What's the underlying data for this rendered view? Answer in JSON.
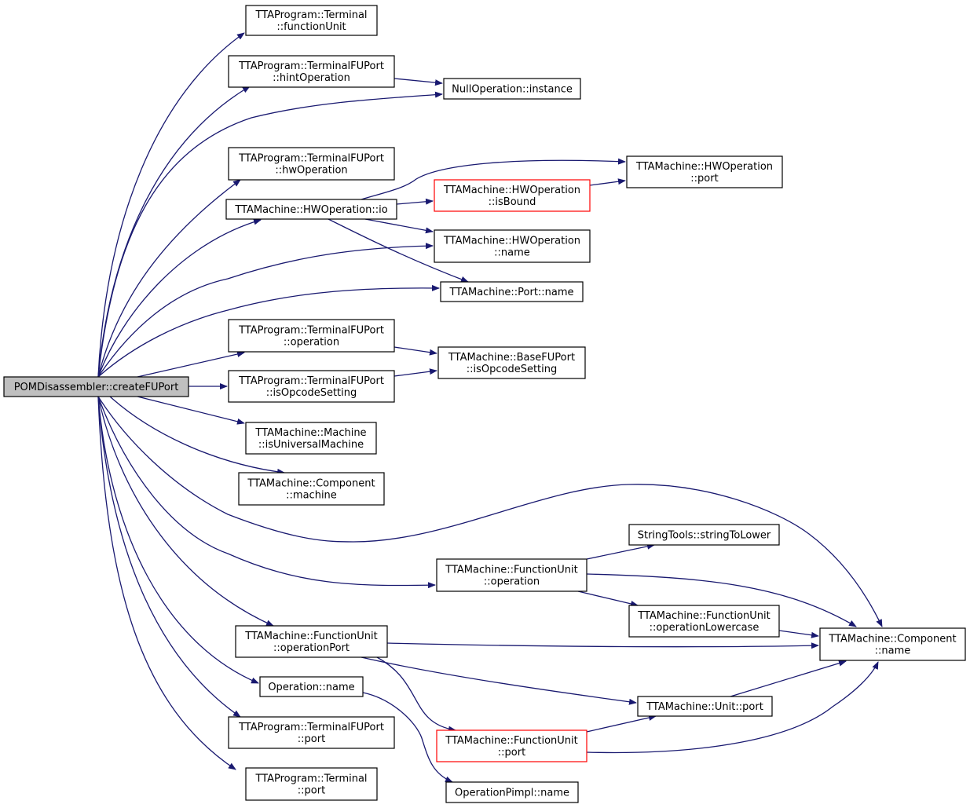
{
  "colors": {
    "edge": "#191970",
    "node_border": "#000000",
    "node_border_incomplete": "#ff0000",
    "node_fill": "#ffffff",
    "root_fill": "#bfbfbf"
  },
  "nodes": [
    {
      "id": "root",
      "lines": [
        "POMDisassembler::createFUPort"
      ],
      "style": "root"
    },
    {
      "id": "term_functionUnit",
      "lines": [
        "TTAProgram::Terminal",
        "::functionUnit"
      ]
    },
    {
      "id": "tfup_hintOperation",
      "lines": [
        "TTAProgram::TerminalFUPort",
        "::hintOperation"
      ]
    },
    {
      "id": "nullop_instance",
      "lines": [
        "NullOperation::instance"
      ]
    },
    {
      "id": "tfup_hwOperation",
      "lines": [
        "TTAProgram::TerminalFUPort",
        "::hwOperation"
      ]
    },
    {
      "id": "hwop_io",
      "lines": [
        "TTAMachine::HWOperation::io"
      ]
    },
    {
      "id": "hwop_port",
      "lines": [
        "TTAMachine::HWOperation",
        "::port"
      ]
    },
    {
      "id": "hwop_isBound",
      "lines": [
        "TTAMachine::HWOperation",
        "::isBound"
      ],
      "style": "incomplete"
    },
    {
      "id": "hwop_name",
      "lines": [
        "TTAMachine::HWOperation",
        "::name"
      ]
    },
    {
      "id": "port_name",
      "lines": [
        "TTAMachine::Port::name"
      ]
    },
    {
      "id": "tfup_operation",
      "lines": [
        "TTAProgram::TerminalFUPort",
        "::operation"
      ]
    },
    {
      "id": "basefuport_isOpcode",
      "lines": [
        "TTAMachine::BaseFUPort",
        "::isOpcodeSetting"
      ]
    },
    {
      "id": "tfup_isOpcode",
      "lines": [
        "TTAProgram::TerminalFUPort",
        "::isOpcodeSetting"
      ]
    },
    {
      "id": "machine_isUniversal",
      "lines": [
        "TTAMachine::Machine",
        "::isUniversalMachine"
      ]
    },
    {
      "id": "component_machine",
      "lines": [
        "TTAMachine::Component",
        "::machine"
      ]
    },
    {
      "id": "stringtools_lower",
      "lines": [
        "StringTools::stringToLower"
      ]
    },
    {
      "id": "fu_operation",
      "lines": [
        "TTAMachine::FunctionUnit",
        "::operation"
      ]
    },
    {
      "id": "fu_opLower",
      "lines": [
        "TTAMachine::FunctionUnit",
        "::operationLowercase"
      ]
    },
    {
      "id": "component_name",
      "lines": [
        "TTAMachine::Component",
        "::name"
      ]
    },
    {
      "id": "fu_operationPort",
      "lines": [
        "TTAMachine::FunctionUnit",
        "::operationPort"
      ]
    },
    {
      "id": "operation_name",
      "lines": [
        "Operation::name"
      ]
    },
    {
      "id": "unit_port",
      "lines": [
        "TTAMachine::Unit::port"
      ]
    },
    {
      "id": "tfup_port",
      "lines": [
        "TTAProgram::TerminalFUPort",
        "::port"
      ]
    },
    {
      "id": "fu_port",
      "lines": [
        "TTAMachine::FunctionUnit",
        "::port"
      ],
      "style": "incomplete"
    },
    {
      "id": "term_port",
      "lines": [
        "TTAProgram::Terminal",
        "::port"
      ]
    },
    {
      "id": "opimpl_name",
      "lines": [
        "OperationPimpl::name"
      ]
    }
  ],
  "edges": [
    [
      "root",
      "term_functionUnit"
    ],
    [
      "root",
      "tfup_hintOperation"
    ],
    [
      "root",
      "nullop_instance"
    ],
    [
      "root",
      "tfup_hwOperation"
    ],
    [
      "root",
      "hwop_io"
    ],
    [
      "root",
      "hwop_name"
    ],
    [
      "root",
      "port_name"
    ],
    [
      "root",
      "tfup_operation"
    ],
    [
      "root",
      "tfup_isOpcode"
    ],
    [
      "root",
      "machine_isUniversal"
    ],
    [
      "root",
      "component_machine"
    ],
    [
      "root",
      "component_name"
    ],
    [
      "root",
      "fu_operation"
    ],
    [
      "root",
      "fu_operationPort"
    ],
    [
      "root",
      "operation_name"
    ],
    [
      "root",
      "tfup_port"
    ],
    [
      "root",
      "term_port"
    ],
    [
      "tfup_hintOperation",
      "nullop_instance"
    ],
    [
      "hwop_io",
      "hwop_port"
    ],
    [
      "hwop_io",
      "hwop_isBound"
    ],
    [
      "hwop_io",
      "hwop_name"
    ],
    [
      "hwop_io",
      "port_name"
    ],
    [
      "hwop_isBound",
      "hwop_port"
    ],
    [
      "tfup_operation",
      "basefuport_isOpcode"
    ],
    [
      "tfup_isOpcode",
      "basefuport_isOpcode"
    ],
    [
      "fu_operation",
      "stringtools_lower"
    ],
    [
      "fu_operation",
      "component_name"
    ],
    [
      "fu_operation",
      "fu_opLower"
    ],
    [
      "fu_opLower",
      "component_name"
    ],
    [
      "fu_operationPort",
      "component_name"
    ],
    [
      "fu_operationPort",
      "unit_port"
    ],
    [
      "fu_operationPort",
      "fu_port"
    ],
    [
      "unit_port",
      "component_name"
    ],
    [
      "fu_port",
      "unit_port"
    ],
    [
      "fu_port",
      "component_name"
    ],
    [
      "operation_name",
      "opimpl_name"
    ]
  ]
}
